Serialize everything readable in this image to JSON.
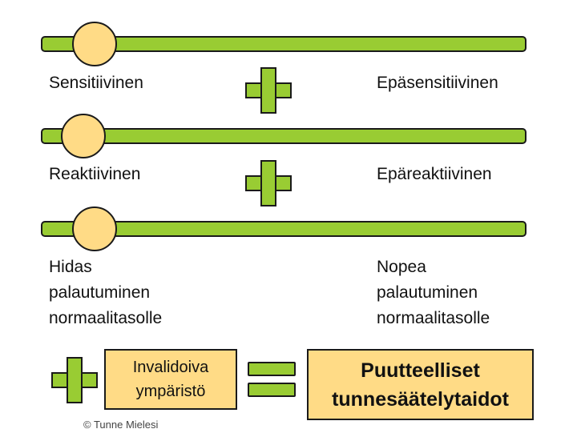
{
  "rows": [
    {
      "left_label": "Sensitiivinen",
      "right_label": "Epäsensitiivinen"
    },
    {
      "left_label": "Reaktiivinen",
      "right_label": "Epäreaktiivinen"
    },
    {
      "left_label": "Hidas\npalautuminen\nnormaalitasolle",
      "right_label": "Nopea\npalautuminen\nnormaalitasolle"
    }
  ],
  "equation": {
    "environment": "Invalidoiva\nympäristö",
    "result": "Puutteelliset\ntunnesäätelytaidot"
  },
  "copyright": "© Tunne Mielesi",
  "colors": {
    "green": "#99cc33",
    "yellow": "#ffdb86",
    "outline": "#1a1a1a"
  }
}
